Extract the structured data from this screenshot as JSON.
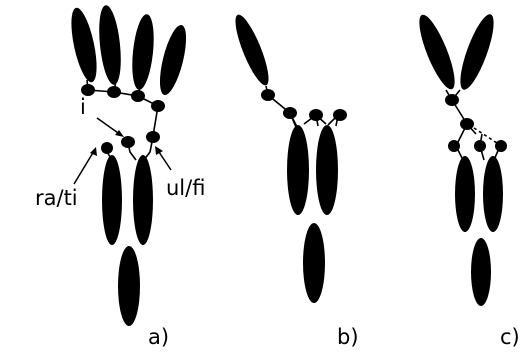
{
  "labels": {
    "intermedium": "i",
    "radiale_tibiale": "ra/ti",
    "ulnare_fibulare": "ul/fi"
  },
  "panels": {
    "a": "a)",
    "b": "b)",
    "c": "c)"
  },
  "colors": {
    "ink": "#000000",
    "background": "#ffffff"
  }
}
